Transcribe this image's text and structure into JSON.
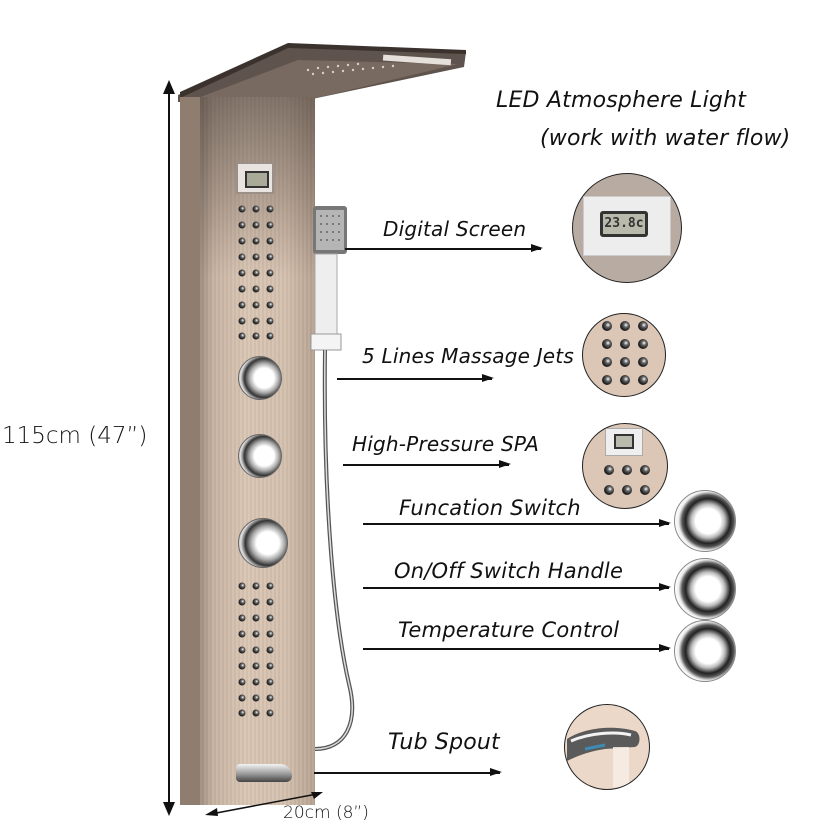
{
  "product": {
    "height_dimension": "115cm  (47”)",
    "width_dimension": "20cm (8”)",
    "feature_header": {
      "line1": "LED Atmosphere Light",
      "line2": "(work with water flow)"
    },
    "features": [
      {
        "label": "Digital Screen",
        "detail_icon": "digital-screen-closeup",
        "display_value": "23.8c"
      },
      {
        "label": "5 Lines Massage Jets",
        "detail_icon": "massage-jets-closeup"
      },
      {
        "label": "High-Pressure SPA",
        "detail_icon": "spa-jets-closeup"
      },
      {
        "label": "Funcation Switch",
        "detail_icon": "knob-closeup"
      },
      {
        "label": "On/Off Switch Handle",
        "detail_icon": "knob-closeup"
      },
      {
        "label": "Temperature Control",
        "detail_icon": "knob-closeup"
      },
      {
        "label": "Tub Spout",
        "detail_icon": "tub-spout-closeup"
      }
    ]
  },
  "colors": {
    "panel": "#d4bfad",
    "panel_edge": "#8f7e70",
    "text": "#111111",
    "background": "#ffffff"
  }
}
